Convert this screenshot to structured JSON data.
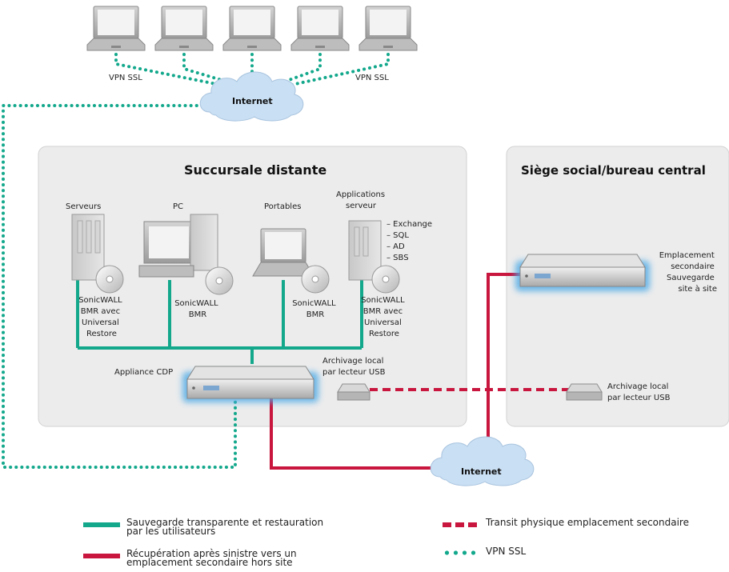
{
  "vpn_left": "VPN SSL",
  "vpn_right": "VPN SSL",
  "internet_top": "Internet",
  "internet_bottom": "Internet",
  "branch": {
    "title": "Succursale distante",
    "servers": "Serveurs",
    "pc": "PC",
    "laptops": "Portables",
    "app_servers": [
      "Applications",
      "serveur"
    ],
    "apps_list": [
      "– Exchange",
      "– SQL",
      "– AD",
      "– SBS"
    ],
    "bmr_servers": [
      "SonicWALL",
      "BMR avec",
      "Universal",
      "Restore"
    ],
    "bmr_pc": [
      "SonicWALL",
      "BMR"
    ],
    "bmr_laptops": [
      "SonicWALL",
      "BMR"
    ],
    "bmr_apps": [
      "SonicWALL",
      "BMR avec",
      "Universal",
      "Restore"
    ],
    "cdp": "Appliance CDP",
    "usb": [
      "Archivage local",
      "par lecteur USB"
    ]
  },
  "hq": {
    "title": "Siège social/bureau central",
    "secondary": [
      "Emplacement",
      "secondaire",
      "Sauvegarde",
      "site à site"
    ],
    "usb": [
      "Archivage local",
      "par lecteur USB"
    ]
  },
  "legend": {
    "teal": [
      "Sauvegarde transparente et restauration",
      "par les utilisateurs"
    ],
    "red": [
      "Récupération après sinistre vers un",
      "emplacement secondaire hors site"
    ],
    "red_dashed": "Transit physique emplacement secondaire",
    "green_dotted": "VPN SSL"
  },
  "colors": {
    "teal": "#13a88c",
    "red": "#c8163e",
    "dotted": "#13a88c",
    "cloud": "#c9dff3",
    "panel": "#ececec"
  }
}
